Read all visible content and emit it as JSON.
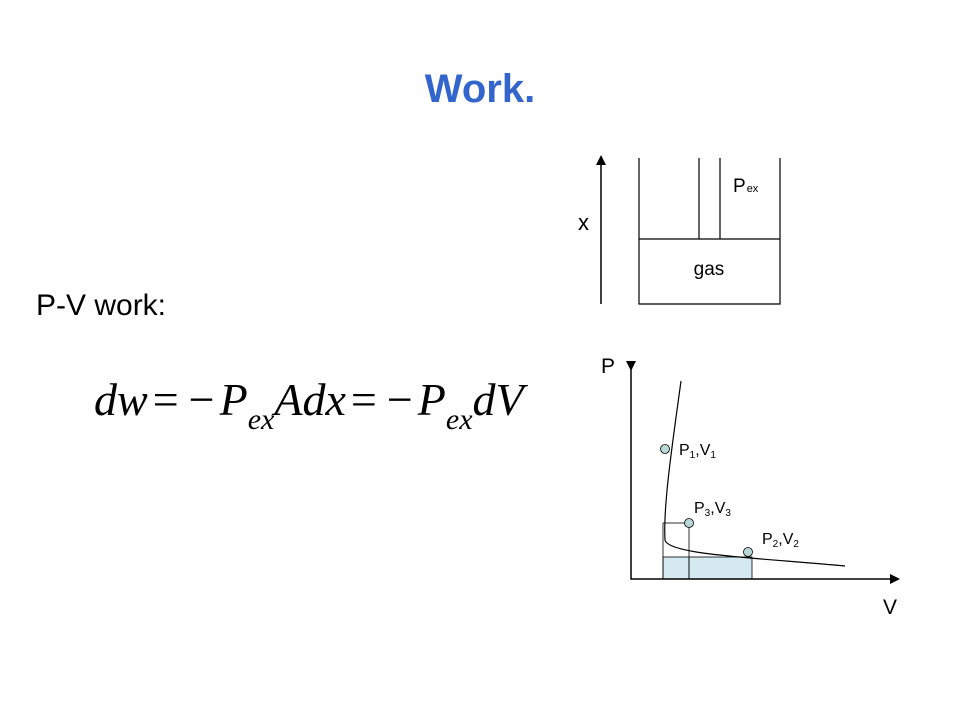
{
  "title": "Work.",
  "pv_label": "P-V work:",
  "equation": {
    "w1": "dw",
    "eq1": "=",
    "neg1": "−",
    "p1": "P",
    "sub1": "ex",
    "a_dx": "Adx",
    "eq2": "=",
    "neg2": "−",
    "p2": "P",
    "sub2": "ex",
    "dv": "dV"
  },
  "cylinder": {
    "axis_label": "x",
    "pressure_label": "P",
    "pressure_sub": "ex",
    "gas_label": "gas"
  },
  "pv_diagram": {
    "y_axis_label": "P",
    "x_axis_label": "V",
    "points": [
      {
        "p": "P",
        "p_sub": "1",
        "sep": ",",
        "v": "V",
        "v_sub": "1"
      },
      {
        "p": "P",
        "p_sub": "3",
        "sep": ",",
        "v": "V",
        "v_sub": "3"
      },
      {
        "p": "P",
        "p_sub": "2",
        "sep": ",",
        "v": "V",
        "v_sub": "2"
      }
    ],
    "colors": {
      "point_fill": "#b8d8d8",
      "shaded_area": "#d4eaf0"
    }
  }
}
